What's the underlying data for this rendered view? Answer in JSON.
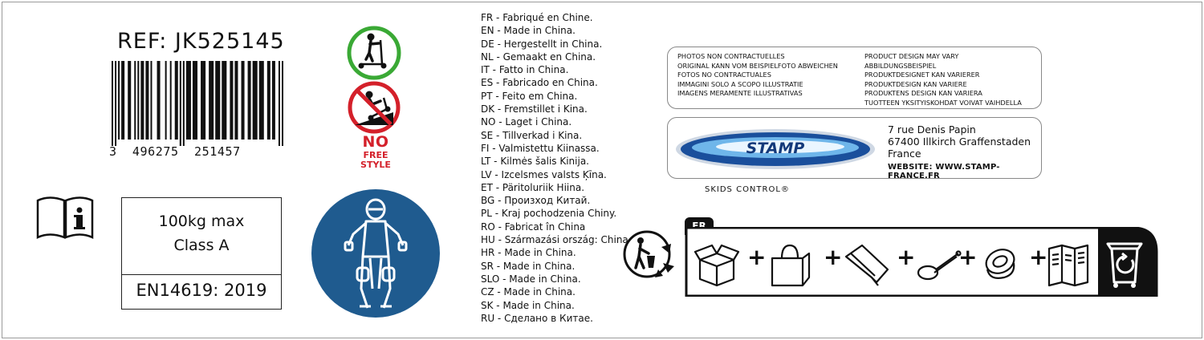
{
  "ref": "REF: JK525145",
  "barcode_number": "3 496275 251457",
  "barcode_parts": [
    "3",
    "496275",
    "251457"
  ],
  "specs": {
    "load": "100kg max",
    "class": "Class A",
    "norm": "EN14619: 2019"
  },
  "no_freestyle": {
    "line1": "NO",
    "line2": "FREE",
    "line3": "STYLE"
  },
  "origins": [
    "FR - Fabriqué en Chine.",
    "EN - Made in China.",
    "DE - Hergestellt in China.",
    "NL - Gemaakt en China.",
    "IT - Fatto in China.",
    "ES - Fabricado en China.",
    "PT - Feito em China.",
    "DK - Fremstillet i Kina.",
    "NO -  Laget i China.",
    "SE - Tillverkad i Kina.",
    "FI - Valmistettu Kiinassa.",
    "LT - Kilmės šalis Kinija.",
    "LV - Izcelsmes valsts Ķīna.",
    "ET - Päritoluriik Hiina.",
    "BG -  Произход Китай.",
    "PL - Kraj pochodzenia Chiny.",
    "RO - Fabricat în China",
    "HU - Származási ország: China",
    "HR - Made in China.",
    "SR - Made in China.",
    "SLO - Made in China.",
    "CZ - Made in China.",
    "SK - Made in China.",
    "RU - Сделано в Китае."
  ],
  "disclaimers_left": [
    "PHOTOS NON CONTRACTUELLES",
    "ORIGINAL KANN VOM BEISPIELFOTO ABWEICHEN",
    "FOTOS NO CONTRACTUALES",
    "IMMAGINI SOLO A SCOPO ILLUSTRATIE",
    "IMAGENS MERAMENTE ILLUSTRATIVAS"
  ],
  "disclaimers_right": [
    "PRODUCT DESIGN MAY VARY",
    "ABBILDUNGSBEISPIEL",
    "PRODUKTDESIGNET KAN VARIERER",
    "PRODUKTDESIGN KAN VARIERE",
    "PRODUKTENS DESIGN KAN VARIERA",
    "TUOTTEEN YKSITYISKOHDAT VOIVAT VAIHDELLA"
  ],
  "brand": {
    "logo_text": "STAMP",
    "address": [
      "7 rue Denis Papin",
      "67400 Illkirch Graffenstaden",
      "France"
    ],
    "website": "WEBSITE: WWW.STAMP-FRANCE.FR",
    "sub_brand": "SKIDS CONTROL®"
  },
  "recycling": {
    "country_tab": "FR",
    "items": [
      "box-icon",
      "bag-icon",
      "pouch-icon",
      "cable-tie-icon",
      "tape-icon",
      "leaflet-icon"
    ],
    "bin": "recycle-bin-icon"
  },
  "colors": {
    "ok_green": "#3aa935",
    "forbidden_red": "#d4202a",
    "ppe_blue": "#1f5b8f",
    "stamp_blue": "#1a4f9c"
  }
}
